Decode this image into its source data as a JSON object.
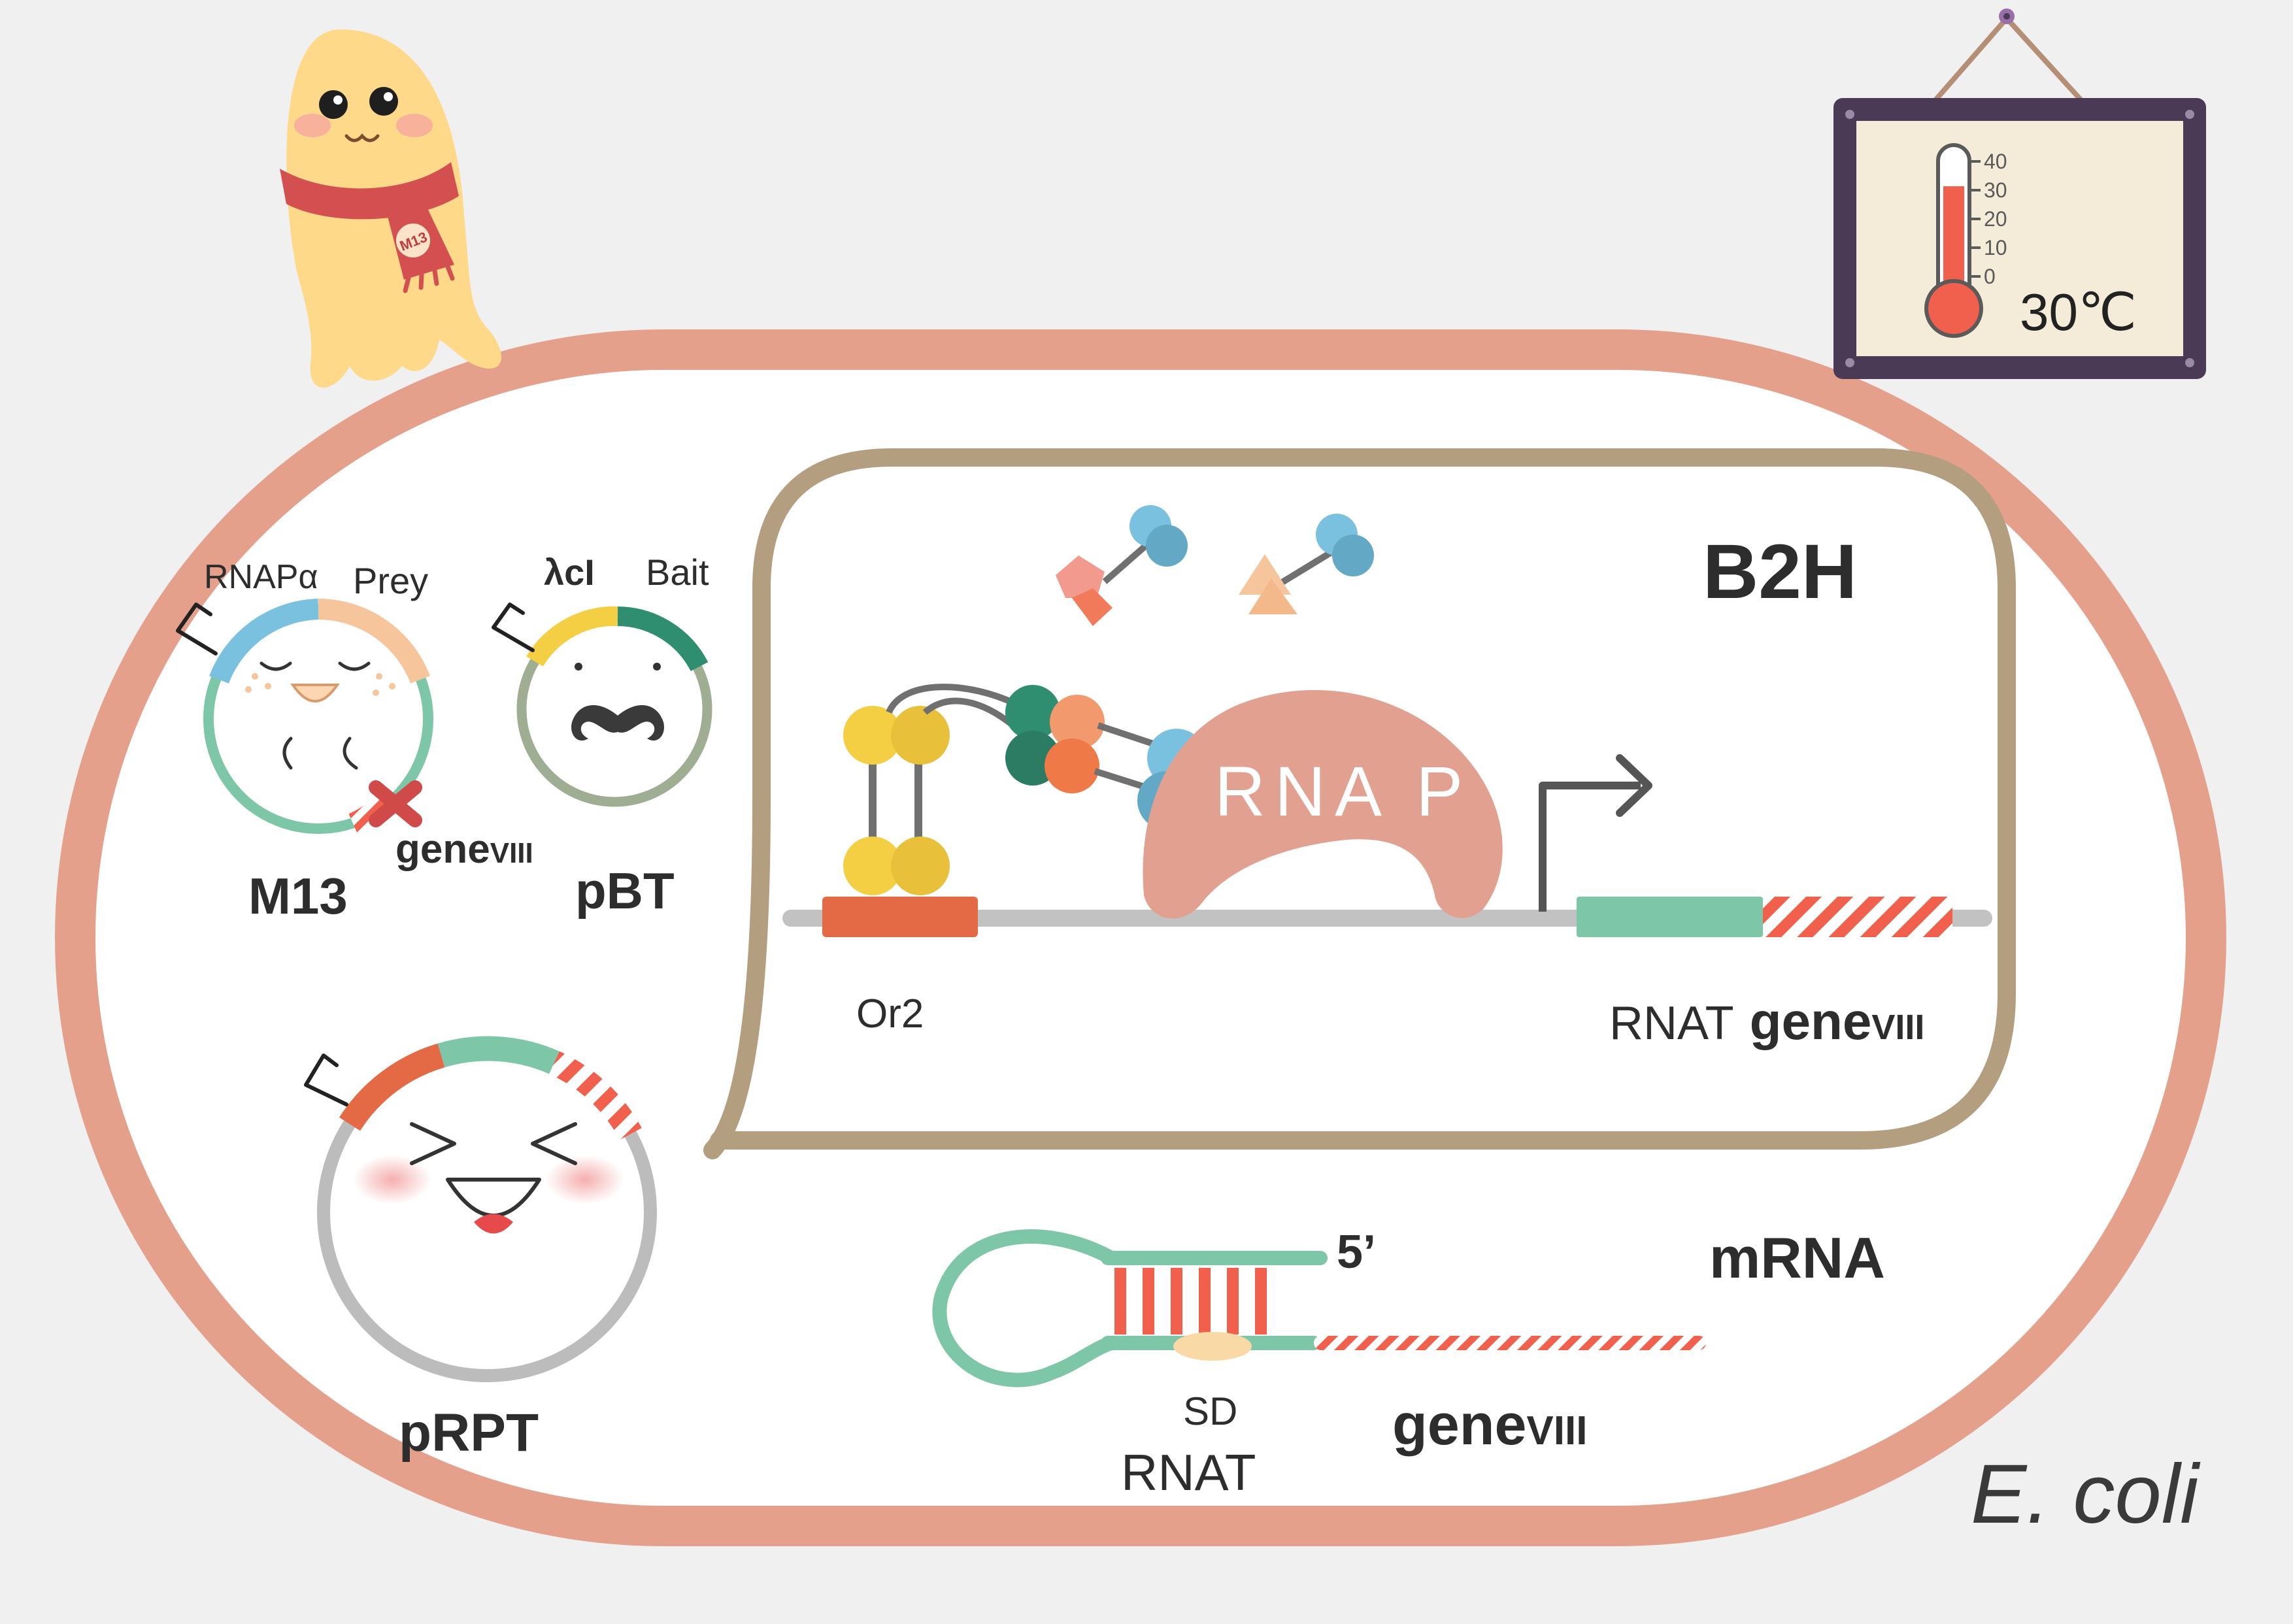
{
  "labels": {
    "rnap_alpha": "RNAPα",
    "prey": "Prey",
    "lambda_ci": "λcI",
    "bait": "Bait",
    "gene": "gene",
    "gene_suffix": "VIII",
    "m13": "M13",
    "pbt": "pBT",
    "b2h": "B2H",
    "rnap": "RNA P",
    "or2": "Or2",
    "rnat": "RNAT",
    "prpt": "pRPT",
    "five_prime": "5’",
    "mrna": "mRNA",
    "sd": "SD",
    "ecoli": "E. coli",
    "scarf_tag": "M13",
    "temperature": "30℃",
    "thermo_ticks": [
      "40",
      "30",
      "20",
      "10",
      "0"
    ]
  },
  "colors": {
    "background": "#f0f0f0",
    "cell_wall": "#e5a08c",
    "membrane_box": "#b39e80",
    "rnap_body": "#e2a091",
    "rnat_green": "#7ec6a8",
    "gene_red": "#f0604d",
    "rnap_alpha_blue": "#79c1de",
    "prey_peach": "#f6c59c",
    "lambda_yellow": "#f4cf43",
    "bait_teal": "#2f8e70",
    "or2_orange": "#e46a45",
    "frame_purple": "#4a3a55",
    "board_cream": "#f4ecd8"
  },
  "icons": {
    "phage_mascot": "m13-phage-mascot-icon",
    "thermometer": "thermometer-icon",
    "promoter_arrow": "promoter-arrow-icon",
    "mustache": "mustache-icon"
  }
}
